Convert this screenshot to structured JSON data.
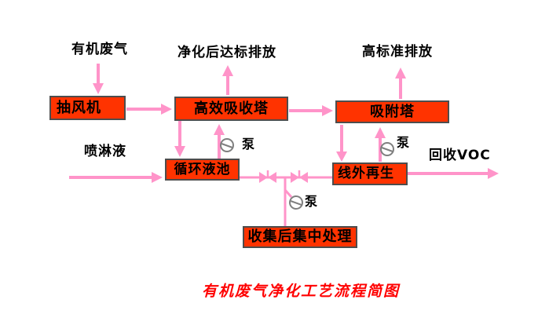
{
  "diagram": {
    "title": "有机废气净化工艺流程简图",
    "nodes": {
      "fan": "抽风机",
      "absorber": "高效吸收塔",
      "adsorber": "吸附塔",
      "pool": "循环液池",
      "regen": "线外再生",
      "collect": "收集后集中处理"
    },
    "labels": {
      "feed_gas": "有机废气",
      "clean_exhaust": "净化后达标排放",
      "high_std_exhaust": "高标准排放",
      "spray_liquid": "喷淋液",
      "voc_recovery": "回收VOC",
      "pump": "泵"
    },
    "colors": {
      "background": "#FFFFFF",
      "box_fill": "#FF3300",
      "box_border": "#4D4D4D",
      "arrow": "#FF94C9",
      "title_color": "#FF0000",
      "pump_color": "#7F7F7F",
      "label_color": "#000000"
    }
  }
}
